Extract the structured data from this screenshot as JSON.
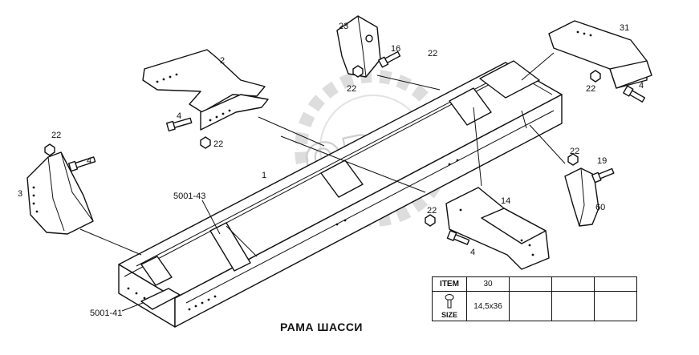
{
  "title": "РАМА ШАССИ",
  "watermark": "OPEX",
  "callouts": {
    "c2": "2",
    "c3": "3",
    "c4a": "4",
    "c4b": "4",
    "c4c": "4",
    "c4d": "4",
    "c14": "14",
    "c16": "16",
    "c19": "19",
    "c1": "1",
    "c22a": "22",
    "c22b": "22",
    "c22c": "22",
    "c22d": "22",
    "c22e": "22",
    "c22f": "22",
    "c22g": "22",
    "c23": "23",
    "c31": "31",
    "c60": "60",
    "c5001_41": "5001-41",
    "c5001_43": "5001-43"
  },
  "table": {
    "item_label": "ITEM",
    "size_label": "SIZE",
    "item_value": "30",
    "size_value": "14,5x36",
    "empty_cols": 3
  },
  "colors": {
    "line": "#111111",
    "watermark": "#cfcfcf",
    "background": "#ffffff"
  }
}
